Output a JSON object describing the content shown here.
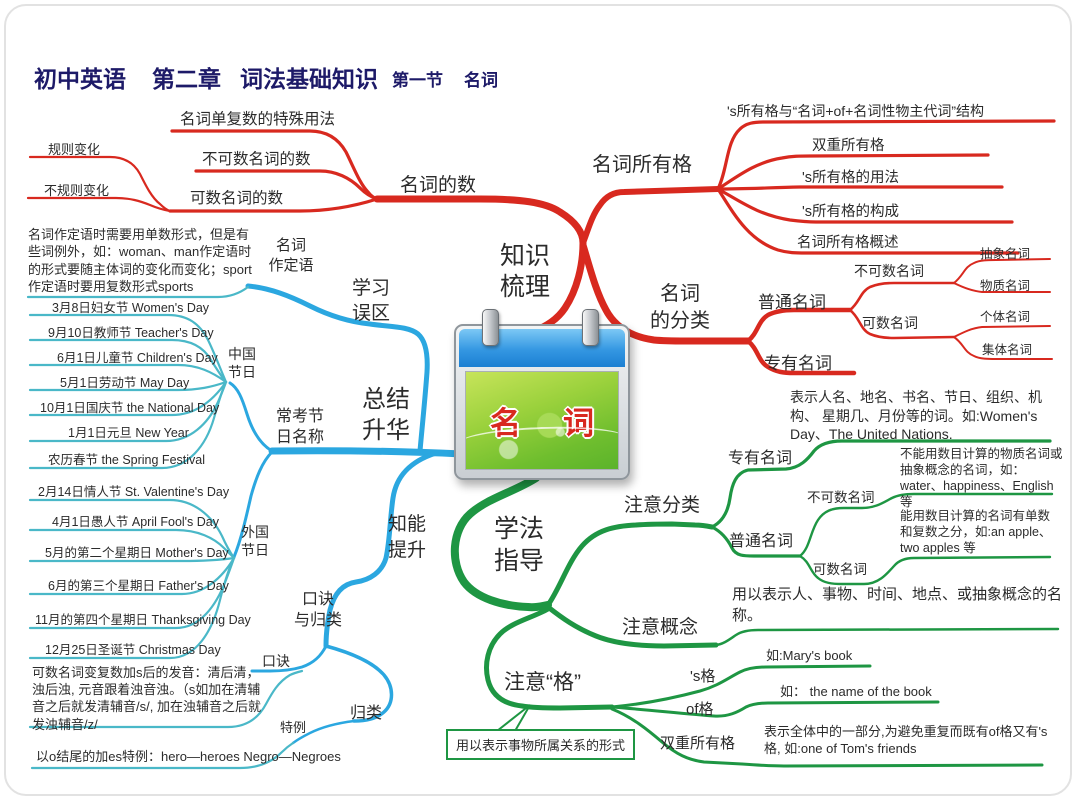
{
  "header": {
    "course": "初中英语",
    "chapter": "第二章",
    "title": "词法基础知识",
    "section": "第一节",
    "topic": "名词"
  },
  "central": {
    "topic": "名词"
  },
  "knowledge": {
    "label_lines": [
      "知识",
      "梳理"
    ],
    "number": {
      "label": "名词的数",
      "special": "名词单复数的特殊用法",
      "uncountable": "不可数名词的数",
      "countable": "可数名词的数",
      "regular": "规则变化",
      "irregular": "不规则变化"
    },
    "possessive": {
      "label": "名词所有格",
      "items": [
        "'s所有格与“名词+of+名词性物主代词”结构",
        "双重所有格",
        "'s所有格的用法",
        "'s所有格的构成",
        "名词所有格概述"
      ]
    },
    "classification": {
      "label_lines": [
        "名词",
        "的分类"
      ],
      "common": "普通名词",
      "proper": "专有名词",
      "uncountable": "不可数名词",
      "countable": "可数名词",
      "abstract": "抽象名词",
      "material": "物质名词",
      "individual": "个体名词",
      "collective": "集体名词"
    }
  },
  "mistakes": {
    "label_lines": [
      "学习",
      "误区"
    ],
    "attributive": {
      "label_lines": [
        "名词",
        "作定语"
      ],
      "note": "名词作定语时需要用单数形式，但是有些词例外，如：woman、man作定语时的形式要随主体词的变化而变化；sport作定语时要用复数形式sports"
    }
  },
  "summary": {
    "label_lines": [
      "总结",
      "升华"
    ],
    "festival_names": {
      "label_lines": [
        "常考节",
        "日名称"
      ],
      "china": {
        "label_lines": [
          "中国",
          "节日"
        ],
        "items": [
          "3月8日妇女节  Women's  Day",
          "9月10日教师节  Teacher's Day",
          "6月1日儿童节  Children's Day",
          "5月1日劳动节 May Day",
          "10月1日国庆节  the National Day",
          "1月1日元旦  New Year",
          "农历春节  the Spring Festival"
        ]
      },
      "foreign": {
        "label_lines": [
          "外国",
          "节日"
        ],
        "items": [
          "2月14日情人节  St. Valentine's Day",
          "4月1日愚人节  April Fool's Day",
          "5月的第二个星期日  Mother's Day",
          "6月的第三个星期日  Father's Day",
          "11月的第四个星期日  Thanksgiving Day",
          "12月25日圣诞节  Christmas Day"
        ]
      }
    }
  },
  "improvement": {
    "label_lines": [
      "知能",
      "提升"
    ],
    "mnemonic_group": {
      "label_lines": [
        "口诀",
        "与归类"
      ],
      "mnemonic": {
        "label": "口诀",
        "note": "可数名词变复数加s后的发音：清后清，浊后浊, 元音跟着浊音浊。（s如加在清辅音之后就发清辅音/s/, 加在浊辅音之后就发浊辅音/z/"
      },
      "categorize": {
        "label": "归类",
        "special_case": {
          "label": "特例",
          "note": "以o结尾的加es特例：hero—heroes  Negro—Negroes"
        }
      }
    }
  },
  "guidance": {
    "label_lines": [
      "学法",
      "指导"
    ],
    "classification": {
      "label": "注意分类",
      "proper": {
        "label": "专有名词",
        "note": "表示人名、地名、书名、节日、组织、机构、 星期几、月份等的词。如:Women's Day、The United  Nations."
      },
      "common": {
        "label": "普通名词",
        "uncountable": {
          "label": "不可数名词",
          "note": "不能用数目计算的物质名词或抽象概念的名词，如：water、happiness、English等"
        },
        "countable": {
          "label": "可数名词",
          "note": "能用数目计算的名词有单数和复数之分，如:an apple、two apples 等"
        }
      }
    },
    "concept": {
      "label": "注意概念",
      "note": "用以表示人、事物、时间、地点、或抽象概念的名称。"
    },
    "case": {
      "label": "注意“格”",
      "callout": "用以表示事物所属关系的形式",
      "s_case": {
        "label": "'s格",
        "note": "如:Mary's book"
      },
      "of_case": {
        "label": "of格",
        "note": "如： the  name of the book"
      },
      "double_case": {
        "label": "双重所有格",
        "note": "表示全体中的一部分,为避免重复而既有of格又有's格, 如:one of Tom's friends"
      }
    }
  },
  "colors": {
    "red": "#d8291f",
    "blue": "#2ba7e0",
    "teal": "#4ab8c8",
    "green": "#1e9643",
    "title_navy": "#1d1a68",
    "topic_red": "#d8291f"
  }
}
